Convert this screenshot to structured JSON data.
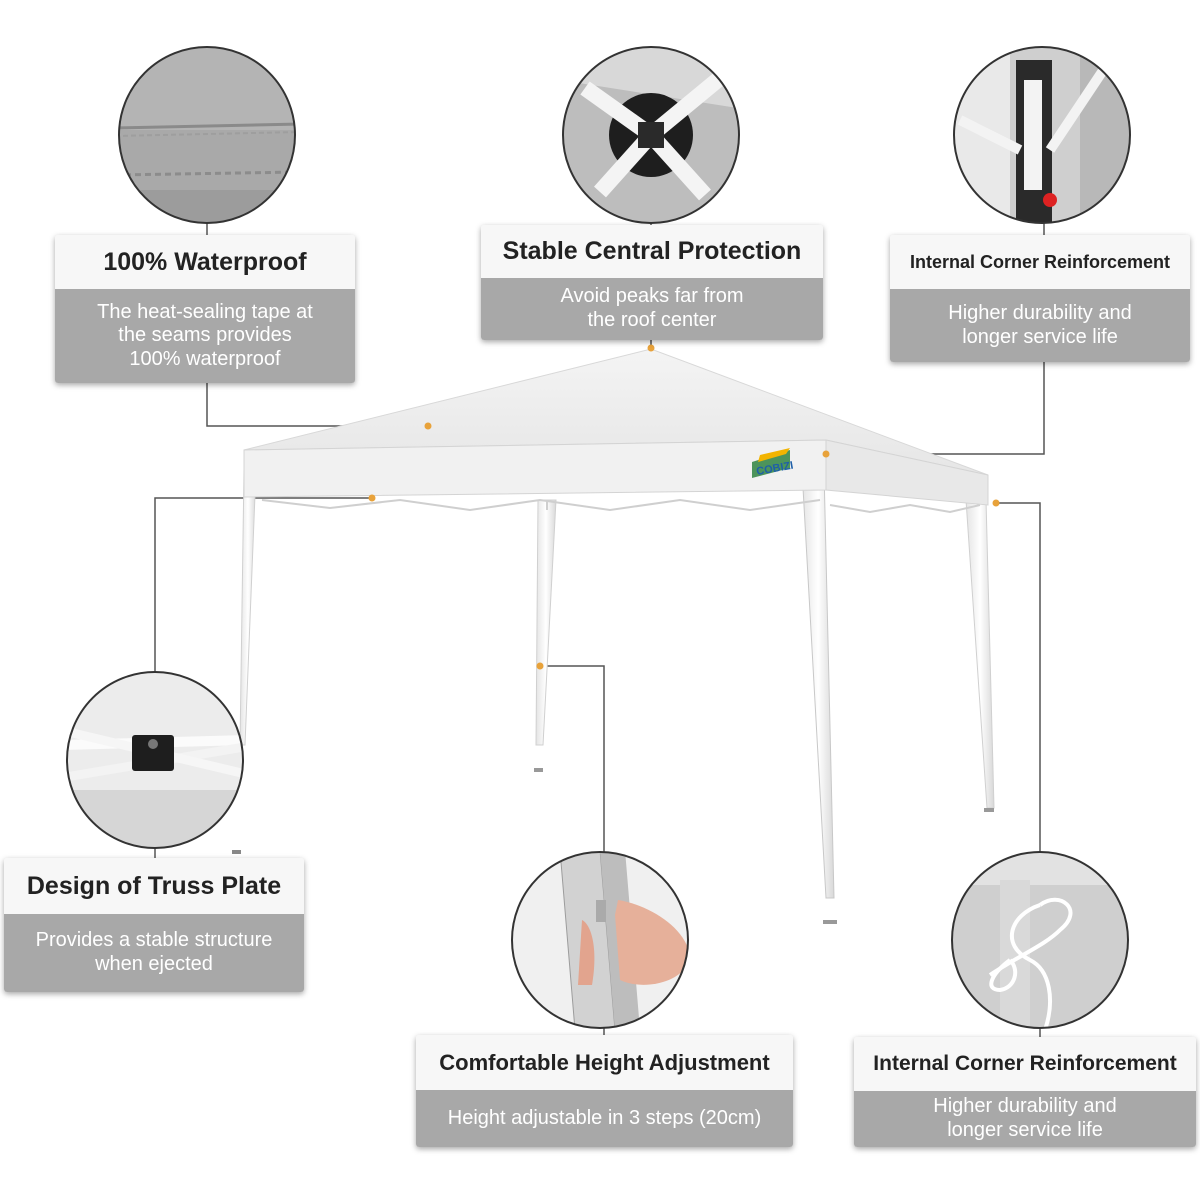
{
  "brand": {
    "logo_text": "COBIZI"
  },
  "colors": {
    "accent_dot": "#e8a23a",
    "card_body": "#a8a8a8",
    "card_head": "#f7f7f7",
    "leader_line": "#555555"
  },
  "features": [
    {
      "title": "100% Waterproof",
      "description": "The heat-sealing tape at\nthe seams provides\n100% waterproof",
      "photo": "fabric-seam"
    },
    {
      "title": "Stable Central Protection",
      "description": "Avoid peaks far from\nthe roof center",
      "photo": "central-hub"
    },
    {
      "title": "Internal Corner Reinforcement",
      "description": "Higher durability and\nlonger service life",
      "photo": "corner-bracket"
    },
    {
      "title": "Design of Truss Plate",
      "description": "Provides a stable structure\nwhen ejected",
      "photo": "truss-plate"
    },
    {
      "title": "Comfortable Height Adjustment",
      "description": "Height adjustable in 3 steps (20cm)",
      "photo": "height-button"
    },
    {
      "title": "Internal Corner Reinforcement",
      "description": "Higher durability and\nlonger service life",
      "photo": "corner-tie"
    }
  ]
}
